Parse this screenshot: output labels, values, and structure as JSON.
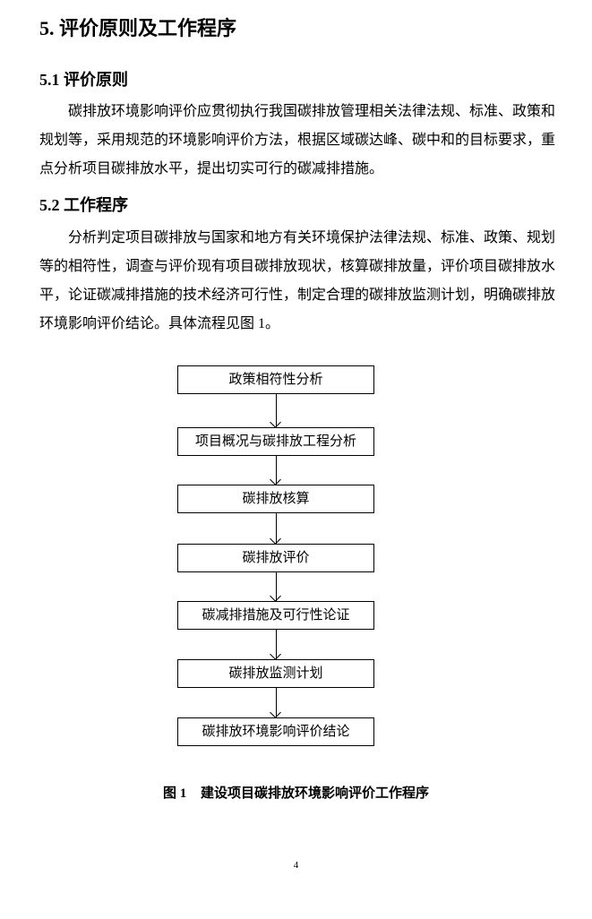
{
  "section": {
    "title": "5. 评价原则及工作程序"
  },
  "subsections": [
    {
      "title": "5.1  评价原则",
      "paragraph": "碳排放环境影响评价应贯彻执行我国碳排放管理相关法律法规、标准、政策和规划等，采用规范的环境影响评价方法，根据区域碳达峰、碳中和的目标要求，重点分析项目碳排放水平，提出切实可行的碳减排措施。"
    },
    {
      "title": "5.2  工作程序",
      "paragraph": "分析判定项目碳排放与国家和地方有关环境保护法律法规、标准、政策、规划等的相符性，调查与评价现有项目碳排放现状，核算碳排放量，评价项目碳排放水平，论证碳减排措施的技术经济可行性，制定合理的碳排放监测计划，明确碳排放环境影响评价结论。具体流程见图 1。"
    }
  ],
  "flowchart": {
    "steps": [
      "政策相符性分析",
      "项目概况与碳排放工程分析",
      "碳排放核算",
      "碳排放评价",
      "碳减排措施及可行性论证",
      "碳排放监测计划",
      "碳排放环境影响评价结论"
    ],
    "caption_label": "图 1",
    "caption_text": "建设项目碳排放环境影响评价工作程序"
  },
  "page_number": "4"
}
